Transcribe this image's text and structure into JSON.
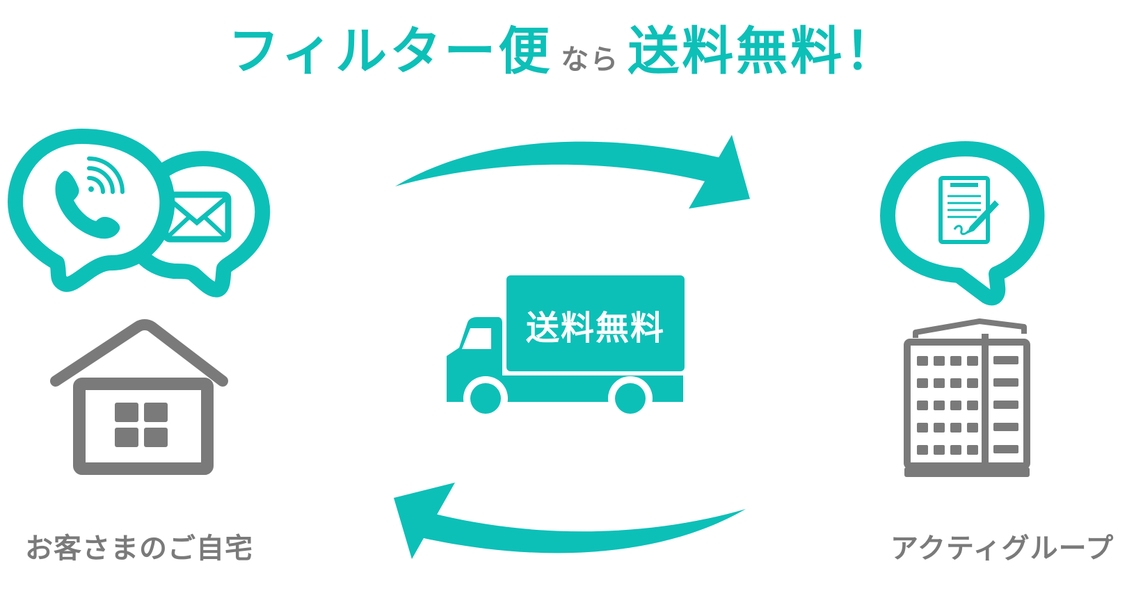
{
  "title": {
    "part1": "フィルター便",
    "part2": "なら",
    "part3": "送料無料！"
  },
  "truck_text": "送料無料",
  "labels": {
    "home": "お客さまのご自宅",
    "company": "アクティグループ"
  },
  "colors": {
    "accent": "#0cc0b8",
    "gray": "#7a7a7a",
    "background": "#ffffff"
  },
  "icons": [
    "phone-bubble-icon",
    "mail-bubble-icon",
    "house-icon",
    "truck-icon",
    "document-bubble-icon",
    "building-icon",
    "arrow-right-icon",
    "arrow-left-icon"
  ]
}
